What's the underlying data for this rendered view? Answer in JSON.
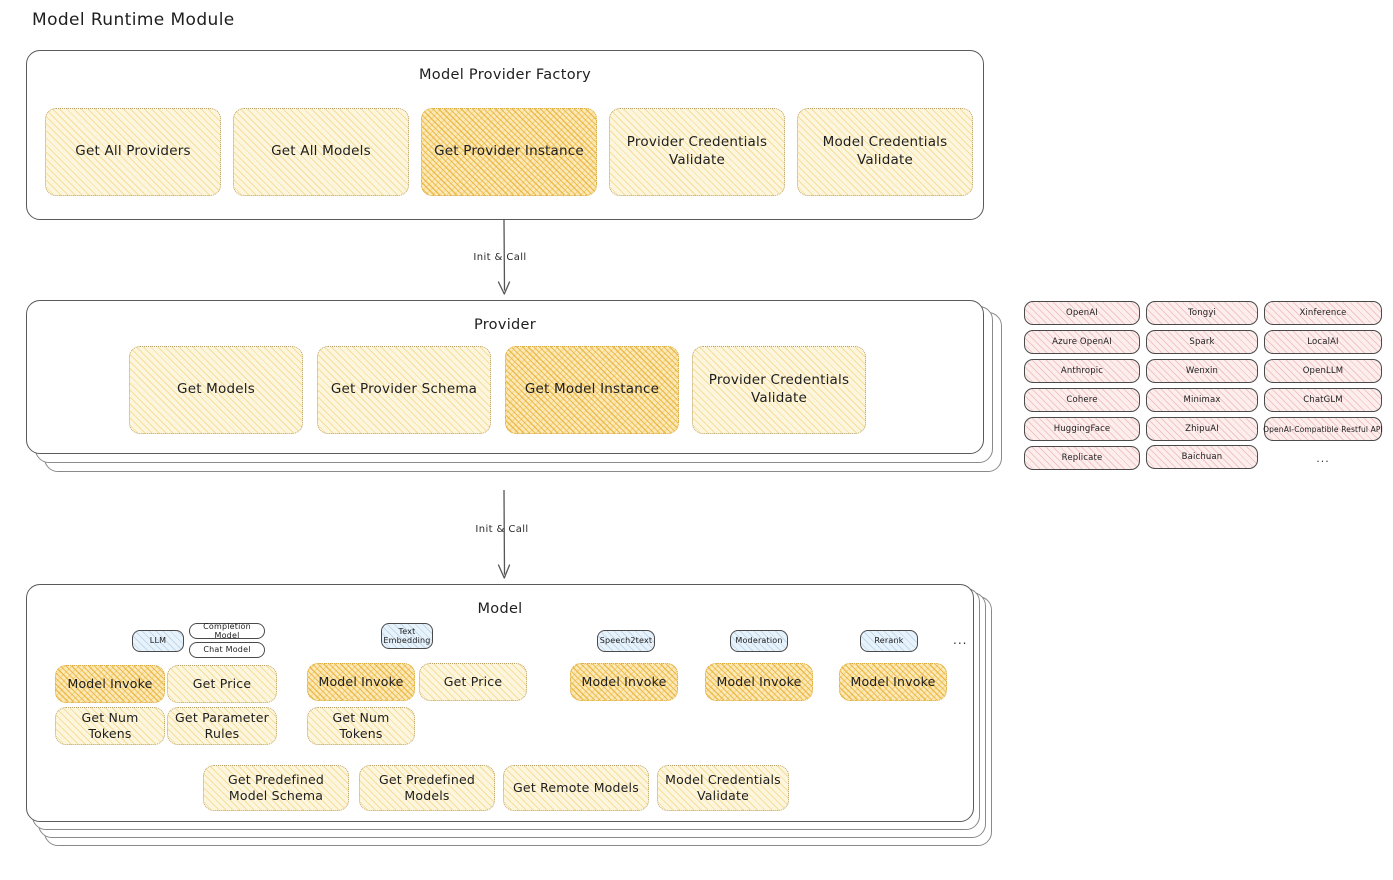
{
  "page": {
    "title": "Model Runtime Module"
  },
  "factory": {
    "title": "Model Provider Factory",
    "nodes": [
      {
        "label": "Get All Providers",
        "highlight": false
      },
      {
        "label": "Get All Models",
        "highlight": false
      },
      {
        "label": "Get Provider Instance",
        "highlight": true
      },
      {
        "label": "Provider Credentials Validate",
        "highlight": false
      },
      {
        "label": "Model Credentials Validate",
        "highlight": false
      }
    ]
  },
  "arrows": [
    {
      "label": "Init & Call"
    },
    {
      "label": "Init & Call"
    }
  ],
  "provider": {
    "title": "Provider",
    "nodes": [
      {
        "label": "Get Models",
        "highlight": false
      },
      {
        "label": "Get Provider Schema",
        "highlight": false
      },
      {
        "label": "Get Model Instance",
        "highlight": true
      },
      {
        "label": "Provider Credentials Validate",
        "highlight": false
      }
    ]
  },
  "provider_list": {
    "columns": [
      {
        "items": [
          "OpenAI",
          "Azure OpenAI",
          "Anthropic",
          "Cohere",
          "HuggingFace",
          "Replicate"
        ]
      },
      {
        "items": [
          "Tongyi",
          "Spark",
          "Wenxin",
          "Minimax",
          "ZhipuAI",
          "Baichuan"
        ]
      },
      {
        "items": [
          "Xinference",
          "LocalAI",
          "OpenLLM",
          "ChatGLM",
          "OpenAI-Compatible Restful API"
        ]
      }
    ],
    "more": "..."
  },
  "model": {
    "title": "Model",
    "more": "...",
    "types": [
      {
        "badge": "LLM",
        "sub_badges": [
          "Completion Model",
          "Chat Model"
        ],
        "nodes": [
          {
            "label": "Model Invoke",
            "highlight": true
          },
          {
            "label": "Get Price",
            "highlight": false
          },
          {
            "label": "Get Num Tokens",
            "highlight": false
          },
          {
            "label": "Get Parameter Rules",
            "highlight": false
          }
        ]
      },
      {
        "badge": "Text\nEmbedding",
        "sub_badges": [],
        "nodes": [
          {
            "label": "Model Invoke",
            "highlight": true
          },
          {
            "label": "Get Price",
            "highlight": false
          },
          {
            "label": "Get Num Tokens",
            "highlight": false
          }
        ]
      },
      {
        "badge": "Speech2text",
        "sub_badges": [],
        "nodes": [
          {
            "label": "Model Invoke",
            "highlight": true
          }
        ]
      },
      {
        "badge": "Moderation",
        "sub_badges": [],
        "nodes": [
          {
            "label": "Model Invoke",
            "highlight": true
          }
        ]
      },
      {
        "badge": "Rerank",
        "sub_badges": [],
        "nodes": [
          {
            "label": "Model Invoke",
            "highlight": true
          }
        ]
      }
    ],
    "common_nodes": [
      {
        "label": "Get Predefined Model Schema"
      },
      {
        "label": "Get Predefined Models"
      },
      {
        "label": "Get Remote Models"
      },
      {
        "label": "Model Credentials Validate"
      }
    ]
  },
  "colors": {
    "node_fill": "#fdf6de",
    "node_highlight_fill": "#fbe9b8",
    "provider_pill_fill": "#fdeeee",
    "badge_fill": "#e8f2fb",
    "stroke": "#1e1e1e"
  }
}
